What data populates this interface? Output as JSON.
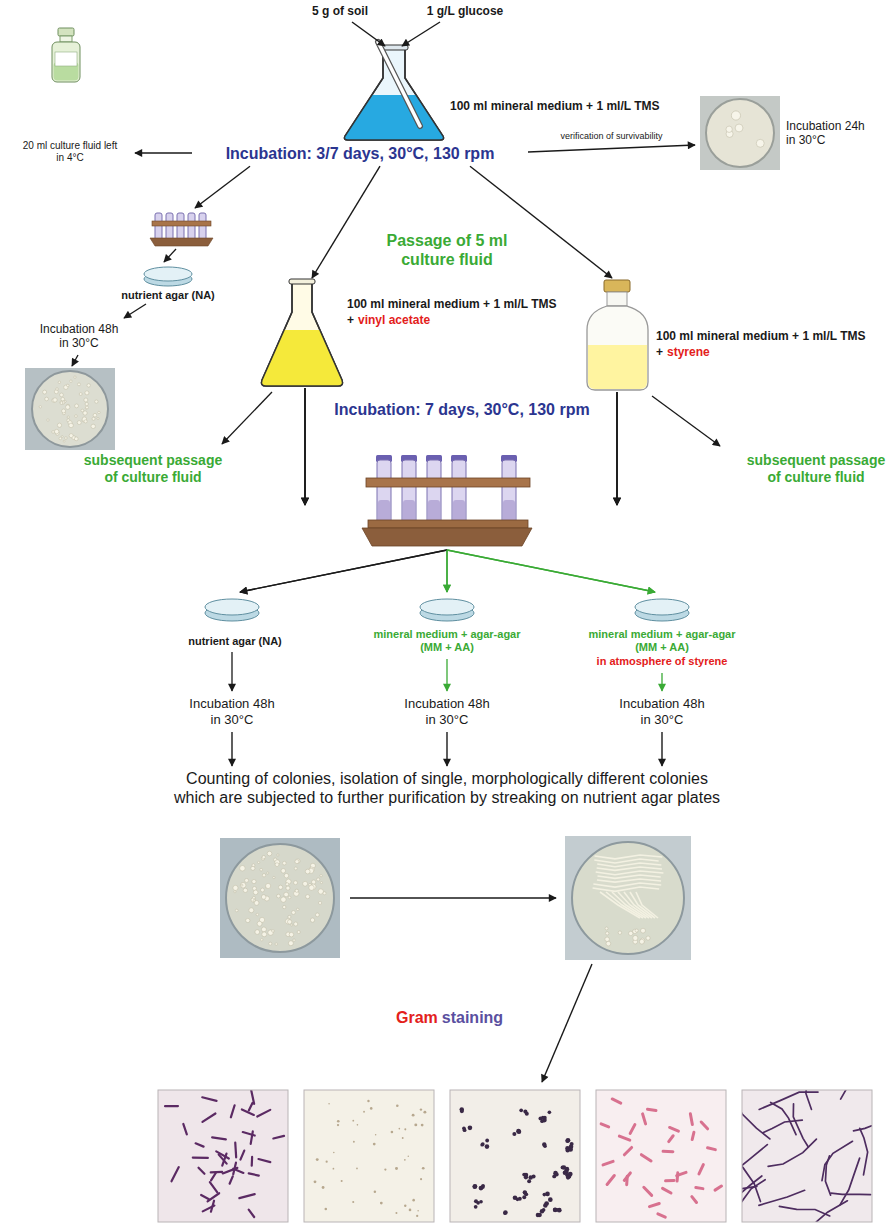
{
  "diagram": {
    "nodes": [
      {
        "text": [
          "5 g of soil"
        ]
      },
      {
        "text": [
          "1 g/L glucose"
        ]
      },
      {
        "text": [
          "100 ml mineral medium + 1 ml/L TMS"
        ]
      },
      {
        "text": [
          "Incubation: 3/7 days, 30°C, 130 rpm"
        ]
      },
      {
        "text": [
          "20 ml culture fluid left in 4°C"
        ]
      },
      {
        "text": [
          "Incubation 24h in 30°C"
        ]
      },
      {
        "text": [
          "nutrient agar (NA)",
          "Incubation 48h in 30°C"
        ]
      },
      {
        "text": [
          "100 ml mineral medium + 1 ml/L TMS",
          "+",
          "vinyl acetate"
        ]
      },
      {
        "text": [
          "100 ml mineral medium + 1 ml/L TMS",
          "+",
          "styrene"
        ]
      },
      {
        "text": [
          "nutrient agar (NA)",
          "Incubation 48h in 30°C"
        ]
      },
      {
        "text": [
          "mineral medium + agar-agar (MM + AA)",
          "Incubation 48h in 30°C"
        ]
      },
      {
        "text": [
          "mineral medium + agar-agar (MM + AA)",
          "in atmosphere of styrene",
          "Incubation 48h in 30°C"
        ]
      },
      {
        "text": [
          "Counting of colonies, isolation of single, morphologically different colonies which are subjected to further purification by streaking on nutrient agar plates"
        ]
      }
    ],
    "edges": [
      {
        "from": 0,
        "to": 2,
        "arrow": "to"
      },
      {
        "from": 1,
        "to": 2,
        "arrow": "to"
      },
      {
        "from": 3,
        "to": 4,
        "arrow": "to"
      },
      {
        "from": 3,
        "to": 5,
        "arrow": "to",
        "label": "verification of survivability"
      },
      {
        "from": 3,
        "to": 6,
        "arrow": "to"
      },
      {
        "from": 3,
        "to": 7,
        "arrow": "to"
      },
      {
        "from": 3,
        "to": 8,
        "arrow": "to"
      },
      {
        "from": 7,
        "to": 9,
        "arrow": "to"
      },
      {
        "from": 7,
        "to": 10,
        "arrow": "to"
      },
      {
        "from": 7,
        "to": 11,
        "arrow": "to"
      },
      {
        "from": 8,
        "to": 9,
        "arrow": "to"
      },
      {
        "from": 8,
        "to": 10,
        "arrow": "to"
      },
      {
        "from": 8,
        "to": 11,
        "arrow": "to"
      },
      {
        "from": 9,
        "to": 12,
        "arrow": "to"
      },
      {
        "from": 10,
        "to": 12,
        "arrow": "to"
      },
      {
        "from": 11,
        "to": 12,
        "arrow": "to"
      }
    ],
    "labels": [
      "Passage of 5 ml culture fluid",
      "Incubation: 7 days, 30°C, 130 rpm",
      "subsequent passage of culture fluid",
      "subsequent passage of culture fluid",
      "Gram",
      "staining"
    ]
  }
}
